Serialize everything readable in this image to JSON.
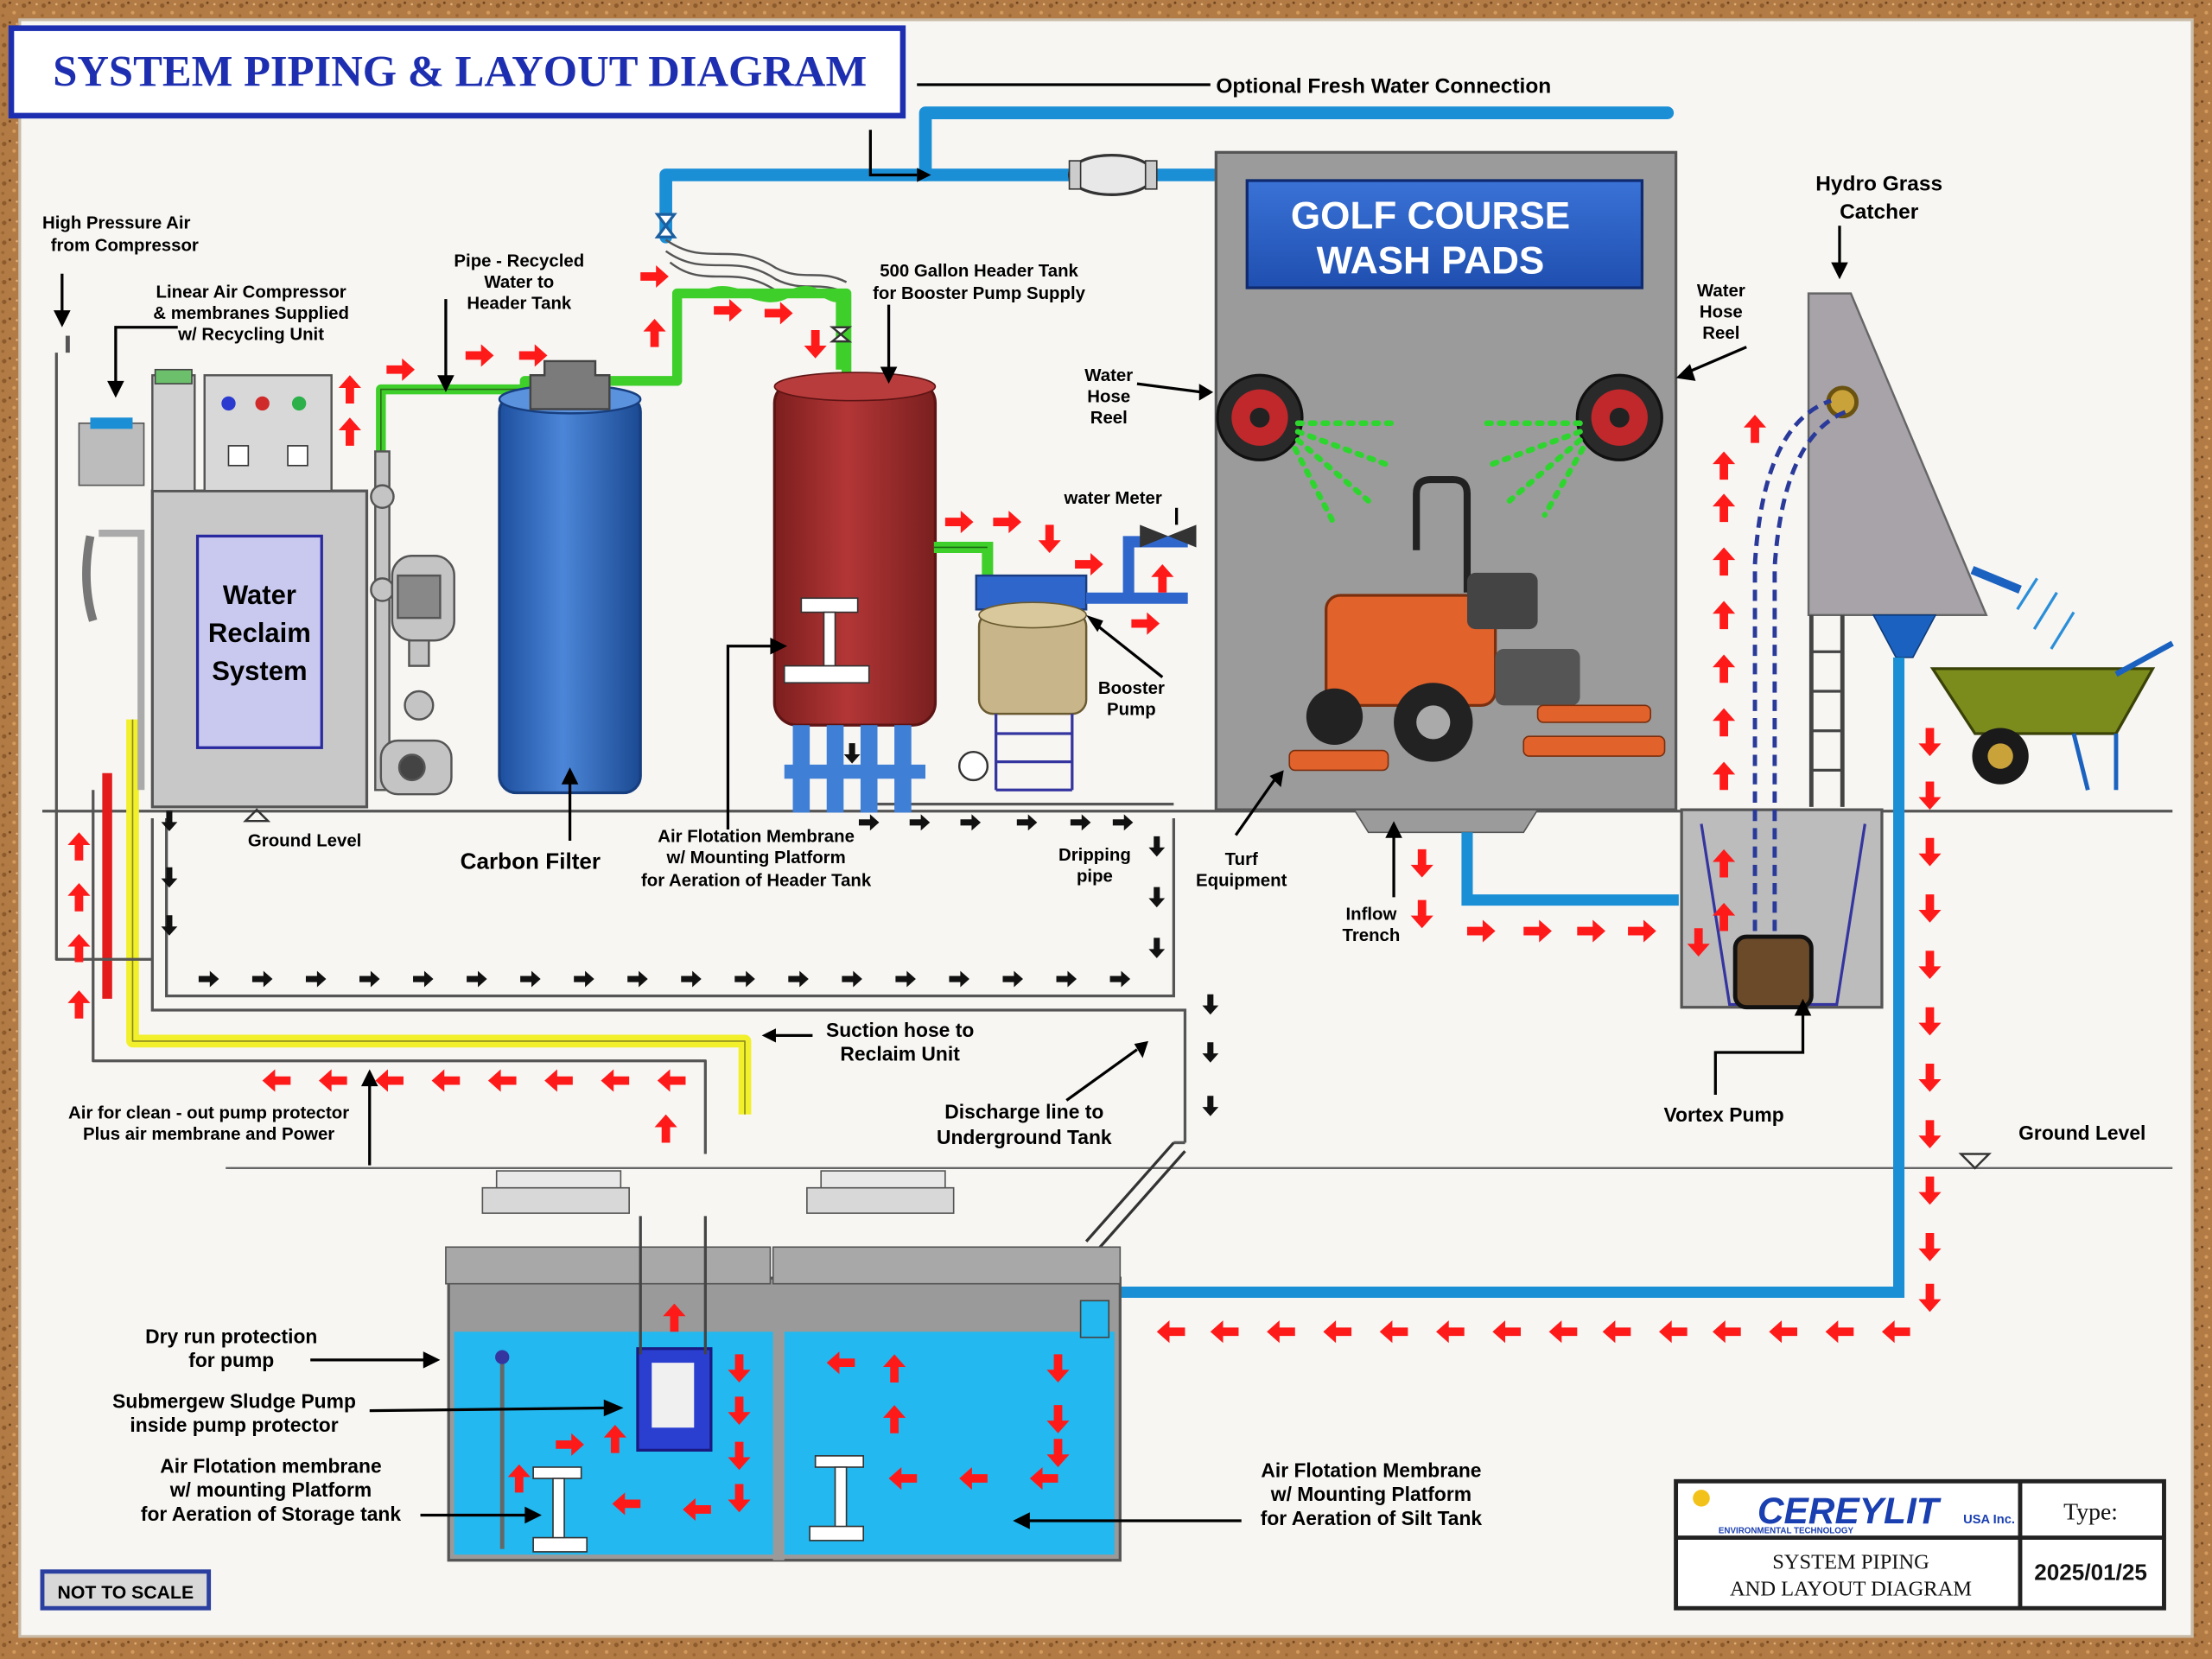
{
  "title": "SYSTEM PIPING & LAYOUT DIAGRAM",
  "labels": {
    "fresh_water": "Optional Fresh Water Connection",
    "wash_pads_1": "GOLF COURSE",
    "wash_pads_2": "WASH PADS",
    "hp_air_1": "High Pressure Air",
    "hp_air_2": "from Compressor",
    "compressor_1": "Linear Air Compressor",
    "compressor_2": "& membranes Supplied",
    "compressor_3": "w/ Recycling Unit",
    "pipe_recycled_1": "Pipe - Recycled",
    "pipe_recycled_2": "Water to",
    "pipe_recycled_3": "Header Tank",
    "header_tank_1": "500 Gallon Header Tank",
    "header_tank_2": "for Booster Pump Supply",
    "reclaim_1": "Water",
    "reclaim_2": "Reclaim",
    "reclaim_3": "System",
    "hose_reel_left_1": "Water",
    "hose_reel_left_2": "Hose",
    "hose_reel_left_3": "Reel",
    "hose_reel_right_1": "Water",
    "hose_reel_right_2": "Hose",
    "hose_reel_right_3": "Reel",
    "hydro_1": "Hydro Grass",
    "hydro_2": "Catcher",
    "water_meter": "water Meter",
    "booster_1": "Booster",
    "booster_2": "Pump",
    "ground_level_left": "Ground Level",
    "carbon_filter": "Carbon Filter",
    "air_flot_header_1": "Air Flotation Membrane",
    "air_flot_header_2": "w/ Mounting Platform",
    "air_flot_header_3": "for Aeration of Header Tank",
    "dripping_1": "Dripping",
    "dripping_2": "pipe",
    "turf_1": "Turf",
    "turf_2": "Equipment",
    "inflow_1": "Inflow",
    "inflow_2": "Trench",
    "suction_1": "Suction hose to",
    "suction_2": "Reclaim Unit",
    "air_clean_1": "Air for clean - out pump protector",
    "air_clean_2": "Plus air membrane and Power",
    "discharge_1": "Discharge line to",
    "discharge_2": "Underground Tank",
    "vortex": "Vortex Pump",
    "ground_level_right": "Ground Level",
    "dry_run_1": "Dry run protection",
    "dry_run_2": "for pump",
    "sludge_1": "Submergew Sludge Pump",
    "sludge_2": "inside pump protector",
    "air_flot_storage_1": "Air Flotation membrane",
    "air_flot_storage_2": "w/ mounting Platform",
    "air_flot_storage_3": "for Aeration of Storage tank",
    "air_flot_silt_1": "Air Flotation Membrane",
    "air_flot_silt_2": "w/ Mounting Platform",
    "air_flot_silt_3": "for Aeration of Silt Tank",
    "not_to_scale": "NOT TO SCALE"
  },
  "title_block": {
    "logo_text": "CEREYLIT",
    "logo_suffix": "USA Inc.",
    "logo_tagline": "ENVIRONMENTAL TECHNOLOGY",
    "type_label": "Type:",
    "diagram_name_1": "SYSTEM PIPING",
    "diagram_name_2": "AND LAYOUT DIAGRAM",
    "date": "2025/01/25"
  },
  "colors": {
    "flow_arrow": "#ff1a1a",
    "drain_arrow": "#111111",
    "fresh_water_pipe": "#1b8fd6",
    "recycled_pipe": "#3fcf2b",
    "air_hose": "#f2ef2b",
    "air_line": "#e31b1b",
    "tank_water": "#23b8ef",
    "title_blue": "#1d2fb0",
    "wash_pad_panel": "#2a5fc4",
    "header_tank": "#9c2a2a",
    "carbon_filter": "#2d64b8",
    "spray": "#2fd52f",
    "mower": "#e2622b"
  }
}
